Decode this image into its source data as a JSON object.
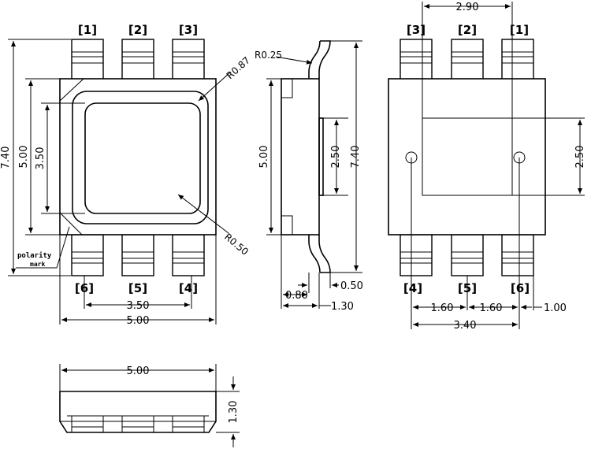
{
  "pin_labels_top_front": [
    "[1]",
    "[2]",
    "[3]"
  ],
  "pin_labels_bottom_front": [
    "[6]",
    "[5]",
    "[4]"
  ],
  "pin_labels_top_back": [
    "[3]",
    "[2]",
    "[1]"
  ],
  "pin_labels_bottom_back": [
    "[4]",
    "[5]",
    "[6]"
  ],
  "front": {
    "dim_height_total": "7.40",
    "dim_height_body": "5.00",
    "dim_height_window": "3.50",
    "dim_width_pins": "3.50",
    "dim_width_body": "5.00",
    "radius_outer": "R0.87",
    "radius_inner": "R0.50",
    "polarity_line1": "polarity",
    "polarity_line2": "mark"
  },
  "side": {
    "radius_lead": "R0.25",
    "dim_body": "5.00",
    "dim_window": "2.50",
    "dim_total": "7.40",
    "dim_lead_thickness": "0.50",
    "dim_offset": "0.80",
    "dim_height": "1.30"
  },
  "back": {
    "dim_top_span": "2.90",
    "dim_window": "2.50",
    "dim_pitch_left": "1.60",
    "dim_pitch_right": "1.60",
    "dim_edge": "1.00",
    "dim_span": "3.40"
  },
  "bottom": {
    "dim_width": "5.00",
    "dim_height": "1.30"
  }
}
